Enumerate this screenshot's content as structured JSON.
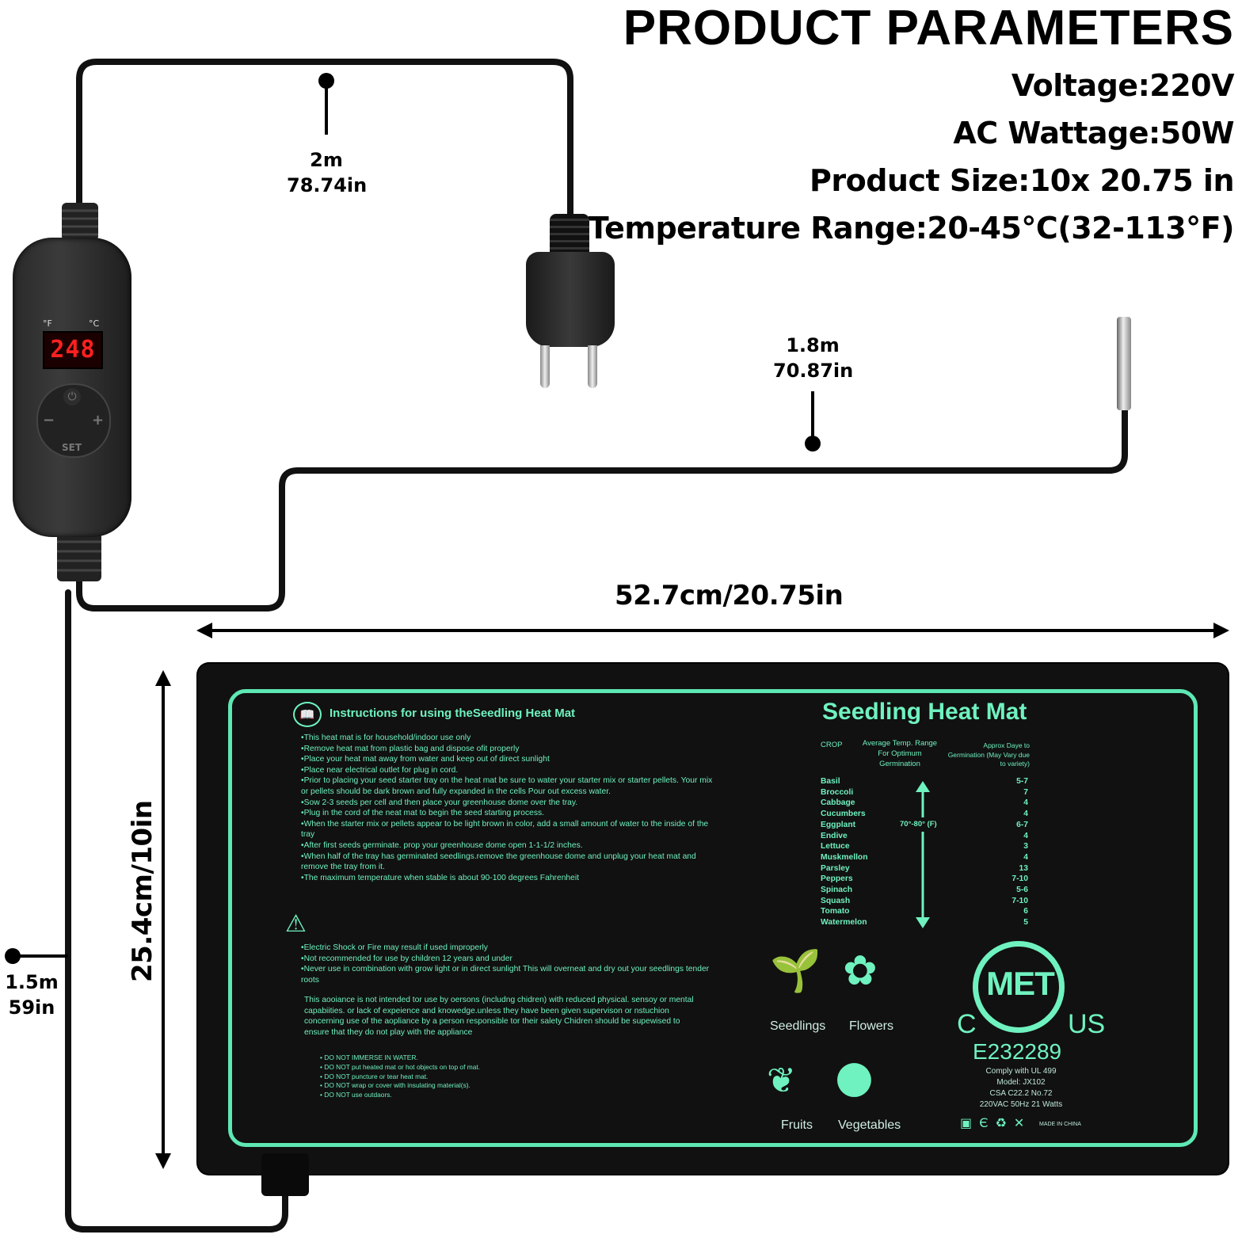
{
  "header": {
    "title": "PRODUCT PARAMETERS",
    "voltage": "Voltage:220V",
    "wattage": "AC Wattage:50W",
    "size": "Product Size:10x 20.75 in",
    "temperature": "Temperature Range:20-45°C(32-113°F)"
  },
  "cables": {
    "power": {
      "m": "2m",
      "in": "78.74in"
    },
    "probe": {
      "m": "1.8m",
      "in": "70.87in"
    },
    "mat": {
      "m": "1.5m",
      "in": "59in"
    }
  },
  "dimensions": {
    "width": "52.7cm/20.75in",
    "height": "25.4cm/10in"
  },
  "controller": {
    "display": "248",
    "unit_f": "°F",
    "unit_c": "°C",
    "minus": "−",
    "plus": "+",
    "set": "SET"
  },
  "mat": {
    "instructions_title": "Instructions for using theSeedling Heat Mat",
    "instructions": [
      "This heat mat is for household/indoor use only",
      "Remove heat mat from plastic bag and dispose ofit properly",
      "Place your heat mat away from water and keep out of direct sunlight",
      "Place near electrical outlet for plug in cord.",
      "Prior to placing your seed starter tray on the heat mat be sure to water your starter mix or starter pellets. Your mix or pellets should be dark brown and fully expanded in the cells Pour out excess water.",
      "Sow 2-3 seeds per cell and then place your greenhouse dome over the tray.",
      "Plug in the cord of the neat mat to begin the seed starting process.",
      "When the starter mix or pellets appear to be light brown in color, add a small amount of water to the inside of the tray",
      "After first seeds germinate. prop your greenhouse dome open 1-1-1/2 inches.",
      "When half of the tray has germinated seedlings.remove the greenhouse dome and unplug your heat mat and remove the tray from it.",
      "The maximum temperature when stable is about 90-100 degrees Fahrenheit"
    ],
    "warnings": [
      "Electric Shock or Fire may result if used improperly",
      "Not recommended for use by children 12 years and under",
      "Never use in combination with grow light or in direct sunlight This will overneat and dry out your seedlings tender roots"
    ],
    "paragraph": "This aooiance is not intended tor use by oersons (includng chidren) with reduced physical. sensoy or mental capabiities. or lack of expeience and knowedge.unless they have been given supervison or nstuchion concerning use of the aopliance by a person responsible tor their salety Chidren should be supewised to ensure that they do not play with the appliance",
    "do_not": [
      "DO NOT IMMERSE IN WATER.",
      "DO NOT put heated mat or hot objects on top of mat.",
      "DO NOT puncture or tear heat mat.",
      "DO NOT wrap or cover with insulating material(s).",
      "DO NOT use outdaors."
    ],
    "title": "Seedling Heat Mat",
    "table": {
      "crop_header": "CROP",
      "temp_header": "Average Temp. Range For Optimum Germination",
      "days_header": "Approx Daye to Germination (May Vary due to variety)",
      "temp_range": "70°-80° (F)",
      "crops": [
        "Basil",
        "Broccoli",
        "Cabbage",
        "Cucumbers",
        "Eggplant",
        "Endive",
        "Lettuce",
        "Muskmellon",
        "Parsley",
        "Peppers",
        "Spinach",
        "Squash",
        "Tomato",
        "Watermelon"
      ],
      "days": [
        "5-7",
        "7",
        "4",
        "4",
        "6-7",
        "4",
        "3",
        "4",
        "13",
        "7-10",
        "5-6",
        "7-10",
        "6",
        "5"
      ]
    },
    "categories": [
      "Seedlings",
      "Flowers",
      "Fruits",
      "Vegetables"
    ],
    "cert": {
      "met": "MET",
      "c": "C",
      "us": "US",
      "number": "E232289",
      "lines": [
        "Comply with UL 499",
        "Model: JX102",
        "CSA C22.2 No.72",
        "220VAC 50Hz 21 Watts"
      ],
      "made_in": "MADE IN CHINA"
    }
  },
  "colors": {
    "mint": "#6ff2bf",
    "mat": "#111111",
    "lcd_red": "#ff2020"
  }
}
